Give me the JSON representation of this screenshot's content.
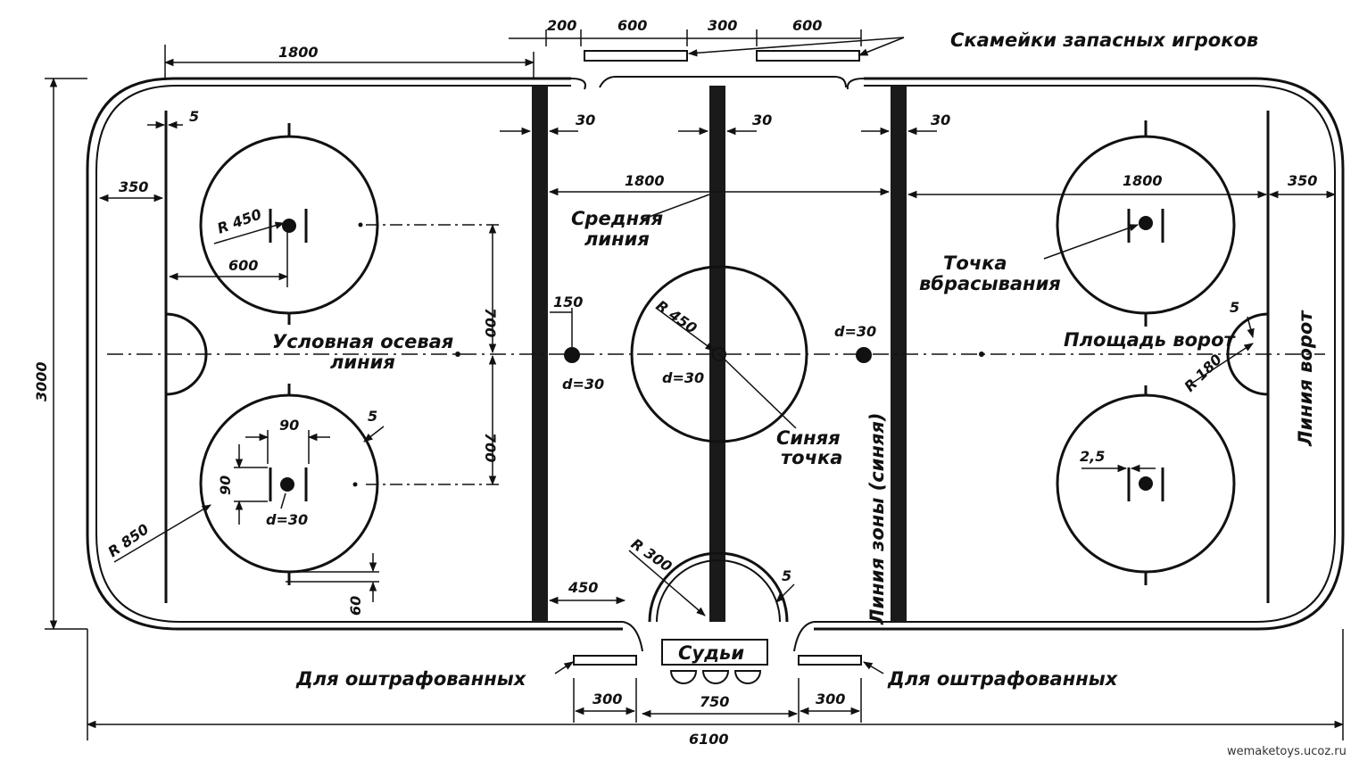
{
  "labels": {
    "benches": "Скамейки запасных игроков",
    "center_line_1": "Средняя",
    "center_line_2": "линия",
    "faceoff_1": "Точка",
    "faceoff_2": "вбрасывания",
    "axis_1": "Условная осевая",
    "axis_2": "линия",
    "blue_dot_1": "Синяя",
    "blue_dot_2": "точка",
    "blue_line": "Линия зоны (синяя)",
    "goal_crease": "Площадь ворот",
    "goal_line": "Линия ворот",
    "penalty_left": "Для оштрафованных",
    "penalty_right": "Для оштрафованных",
    "referees": "Судьи"
  },
  "dimensions": {
    "d200": "200",
    "d600a": "600",
    "d300top": "300",
    "d600b": "600",
    "d1800top": "1800",
    "d3000": "3000",
    "d5a": "5",
    "d350l": "350",
    "d30a": "30",
    "d30b": "30",
    "d30c": "30",
    "d1800mid": "1800",
    "d1800r": "1800",
    "d350r": "350",
    "r450a": "R 450",
    "d600l": "600",
    "d700a": "700",
    "d700b": "700",
    "d150": "150",
    "r450b": "R 450",
    "d30dot1": "d=30",
    "d30dot2": "d=30",
    "d30dot3": "d=30",
    "d30dot4": "d=30",
    "d90a": "90",
    "d90b": "90",
    "d5b": "5",
    "r850": "R 850",
    "d60": "60",
    "r300": "R 300",
    "d5c": "5",
    "d450": "450",
    "d2_5": "2,5",
    "d5d": "5",
    "r180": "R 180",
    "d300l": "300",
    "d750": "750",
    "d300r": "300",
    "d6100": "6100"
  },
  "watermark": "wemaketoys.ucoz.ru"
}
